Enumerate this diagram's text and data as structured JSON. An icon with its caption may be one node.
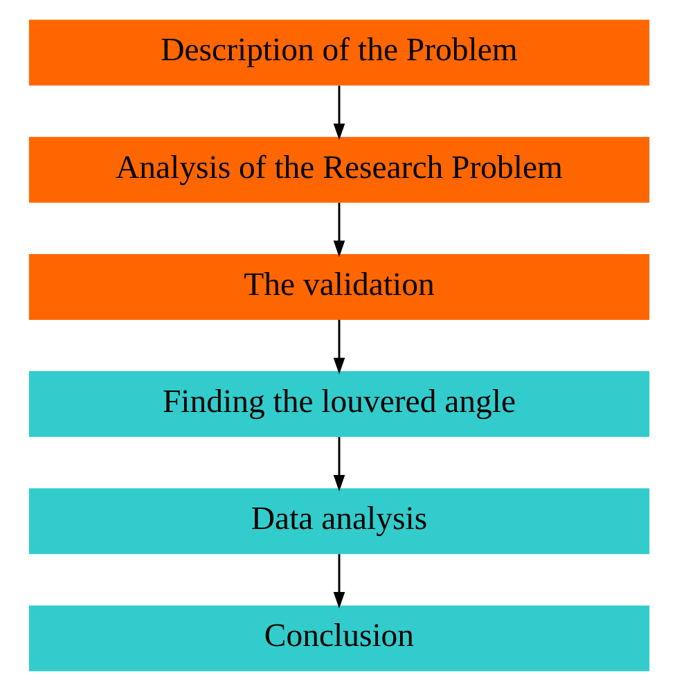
{
  "diagram": {
    "nodes": [
      {
        "text": [
          "Description of the Problem"
        ]
      },
      {
        "text": [
          "Analysis of the Research Problem"
        ]
      },
      {
        "text": [
          "The validation"
        ]
      },
      {
        "text": [
          "Finding the louvered angle"
        ]
      },
      {
        "text": [
          "Data analysis"
        ]
      },
      {
        "text": [
          "Conclusion"
        ]
      }
    ],
    "edges": [
      {
        "from": 0,
        "to": 1,
        "arrow": "to"
      },
      {
        "from": 1,
        "to": 2,
        "arrow": "to"
      },
      {
        "from": 2,
        "to": 3,
        "arrow": "to"
      },
      {
        "from": 3,
        "to": 4,
        "arrow": "to"
      },
      {
        "from": 4,
        "to": 5,
        "arrow": "to"
      }
    ]
  }
}
